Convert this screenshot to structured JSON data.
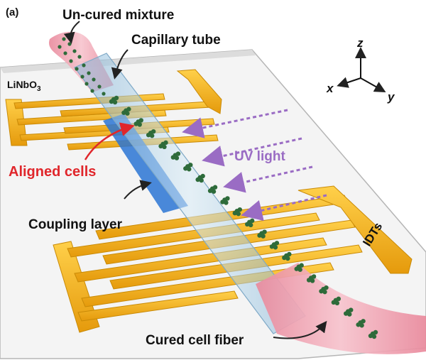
{
  "panel_label": "(a)",
  "labels": {
    "uncured": "Un-cured mixture",
    "capillary": "Capillary tube",
    "substrate_main": "LiNbO",
    "substrate_sub": "3",
    "uv": "UV light",
    "aligned": "Aligned cells",
    "coupling": "Coupling layer",
    "idts": "IDTs",
    "fiber": "Cured cell fiber"
  },
  "axes": {
    "z": "z",
    "x": "x",
    "y": "y"
  },
  "colors": {
    "electrode": "#f2b21c",
    "electrode_edge": "#c98a07",
    "fiber": "#f0a8b5",
    "tube": "#a9cfe6",
    "coupling": "#2a74d4",
    "uv": "#9a6cc4",
    "aligned_text": "#e0262b",
    "cells": "#2e6b3a"
  }
}
